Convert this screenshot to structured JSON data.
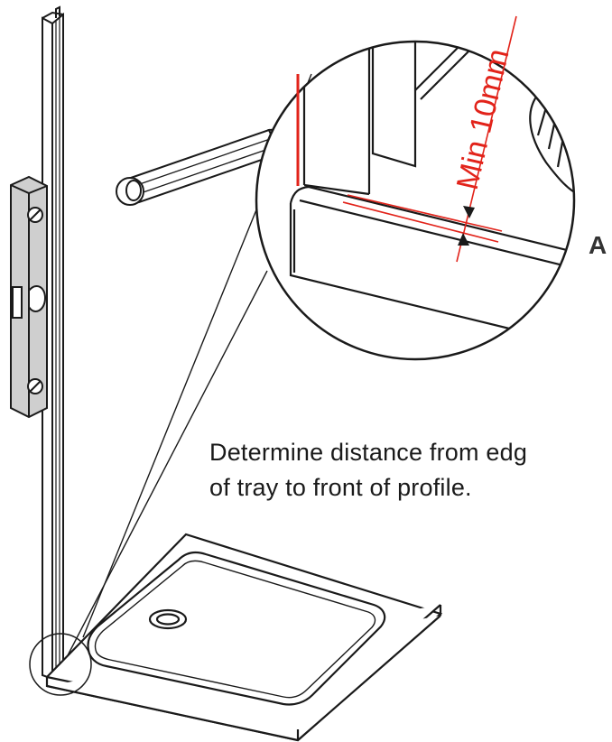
{
  "detail": {
    "dimension_label": "Min 10mm",
    "callout_letter": "A"
  },
  "instruction": {
    "line1": "Determine distance from edg",
    "line2": "of tray to front of profile."
  },
  "colors": {
    "line": "#1a1a1a",
    "marker": "#e2231a",
    "level_fill": "#cfcfcf"
  }
}
